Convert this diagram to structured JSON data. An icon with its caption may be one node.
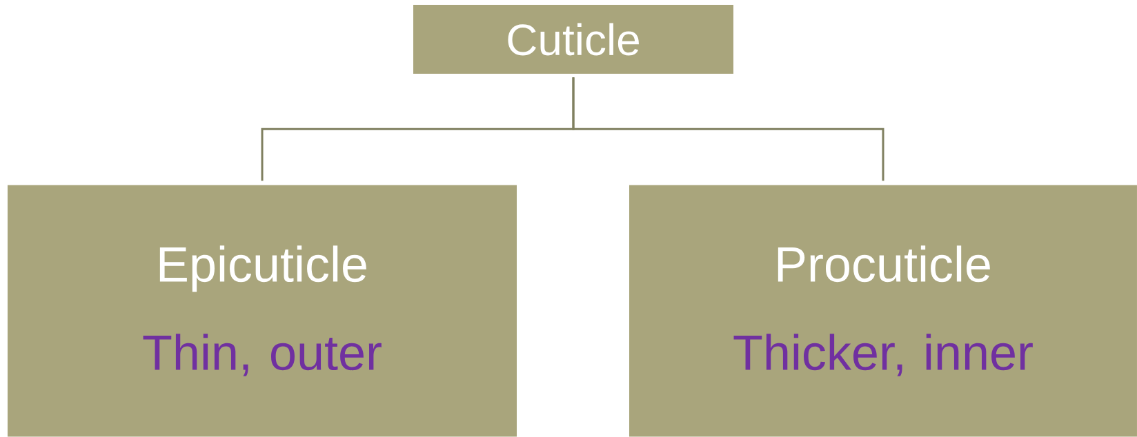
{
  "diagram": {
    "nodes": [
      {
        "text": [
          "Cuticle"
        ]
      },
      {
        "text": [
          "Epicuticle",
          "Thin, outer"
        ]
      },
      {
        "text": [
          "Procuticle",
          "Thicker, inner"
        ]
      }
    ],
    "edges": [
      {
        "from": 0,
        "to": 1,
        "arrow": "none"
      },
      {
        "from": 0,
        "to": 2,
        "arrow": "none"
      }
    ]
  }
}
